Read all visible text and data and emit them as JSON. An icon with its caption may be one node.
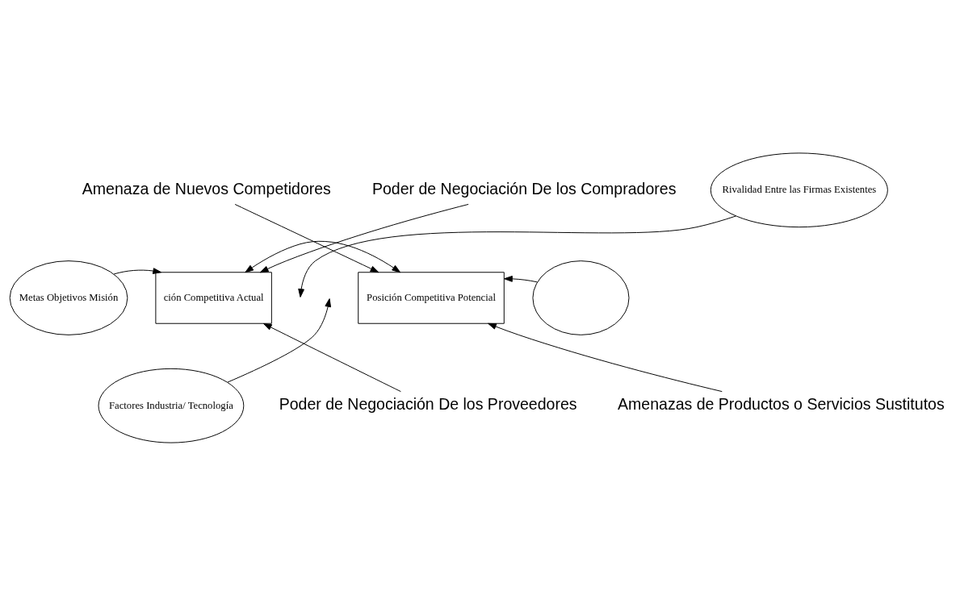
{
  "diagram": {
    "nodes": [
      {
        "text": [
          "Metas Objetivos Misión"
        ]
      },
      {
        "text": [
          "ción Competitiva Actual"
        ]
      },
      {
        "text": [
          "Posición Competitiva Potencial"
        ]
      },
      {
        "text": [],
        "shape": "circle"
      },
      {
        "text": [
          "Rivalidad Entre las Firmas Existentes"
        ]
      },
      {
        "text": [
          "Factores Industria/ Tecnología"
        ]
      },
      {
        "text": [
          "Poder de Negociación De los Compradores"
        ]
      },
      {
        "text": [
          "Poder de Negociación De los Proveedores"
        ]
      },
      {
        "text": [
          "Amenaza de Nuevos Competidores"
        ]
      },
      {
        "text": [
          "Amenazas de Productos o Servicios Sustitutos"
        ]
      }
    ],
    "edges": [
      {
        "from": 0,
        "to": 1,
        "arrow": "to"
      },
      {
        "from": 1,
        "to": 2,
        "arrow": "both"
      },
      {
        "from": 3,
        "to": 2,
        "arrow": "to"
      },
      {
        "from": 4,
        "to": null,
        "arrow": "to"
      },
      {
        "from": 5,
        "to": null,
        "arrow": "to"
      },
      {
        "from": 6,
        "to": 1,
        "arrow": "to"
      },
      {
        "from": 7,
        "to": 1,
        "arrow": "to"
      },
      {
        "from": 8,
        "to": 2,
        "arrow": "to"
      },
      {
        "from": 9,
        "to": 2,
        "arrow": "to"
      }
    ]
  }
}
